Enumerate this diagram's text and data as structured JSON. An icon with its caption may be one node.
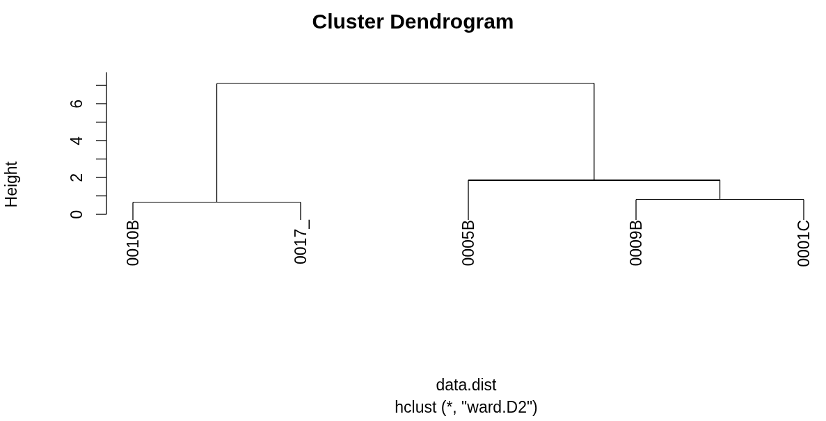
{
  "diagram": {
    "title": "Cluster Dendrogram",
    "nodes": [
      {
        "text": [
          "0010B"
        ]
      },
      {
        "text": [
          "0017_"
        ]
      },
      {
        "text": [
          "0005B"
        ]
      },
      {
        "text": [
          "0009B"
        ]
      },
      {
        "text": [
          "0001C"
        ]
      },
      {
        "text": [],
        "shape": "bar"
      },
      {
        "text": [],
        "shape": "bar"
      },
      {
        "text": [],
        "shape": "bar"
      },
      {
        "text": [],
        "shape": "bar"
      }
    ],
    "edges": [
      {
        "from": 5,
        "to": 6,
        "arrow": "none"
      },
      {
        "from": 5,
        "to": 7,
        "arrow": "none"
      },
      {
        "from": 6,
        "to": 0,
        "arrow": "none"
      },
      {
        "from": 6,
        "to": 1,
        "arrow": "none"
      },
      {
        "from": 7,
        "to": 2,
        "arrow": "none"
      },
      {
        "from": 7,
        "to": 8,
        "arrow": "none"
      },
      {
        "from": 8,
        "to": 3,
        "arrow": "none"
      },
      {
        "from": 8,
        "to": 4,
        "arrow": "none"
      }
    ],
    "labels": [
      "6",
      "4",
      "2",
      "0",
      "Height",
      "data.dist",
      "hclust (*, \"ward.D2\")"
    ]
  }
}
